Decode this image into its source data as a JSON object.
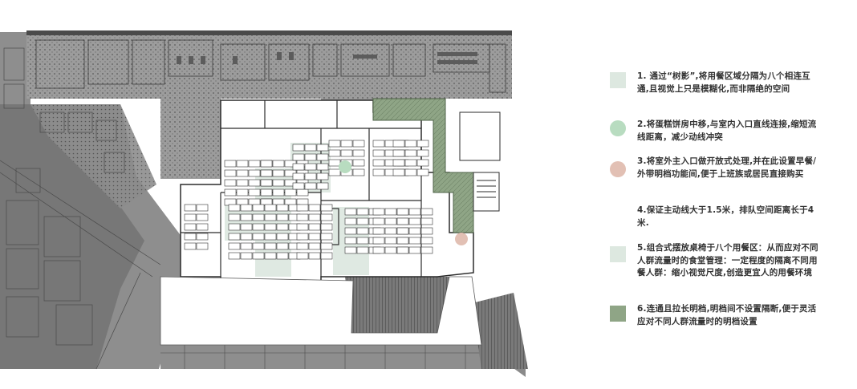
{
  "legend": [
    {
      "id": "tree-shadow",
      "swatch": "square",
      "color": "#dde8e0",
      "text": "1. 通过“树影”,将用餐区域分隔为八个相连互通,且视觉上只是模糊化,而非隔绝的空间"
    },
    {
      "id": "kitchen",
      "swatch": "dot",
      "color": "#b8dcc0",
      "text": "2.将蛋糕饼房中移,与室内入口直线连接,缩短流线距离，减少动线冲突"
    },
    {
      "id": "entrance",
      "swatch": "dot",
      "color": "#e2c0b4",
      "text": "3.将室外主入口做开放式处理,并在此设置早餐/外带明档功能间,便于上班族或居民直接购买"
    },
    {
      "id": "circulation",
      "swatch": "none",
      "color": "",
      "text": "4.保证主动线大于1.5米，排队空间距离长于4米."
    },
    {
      "id": "seating",
      "swatch": "square",
      "color": "#dde8e0",
      "text": "5.组合式摆放桌椅于八个用餐区：从而应对不同人群流量时的食堂管理：一定程度的隔离不同用餐人群：缩小视觉尺度,创造更宜人的用餐环境"
    },
    {
      "id": "open-counter",
      "swatch": "square",
      "color": "#8fa586",
      "text": "6.连通且拉长明档,明档间不设置隔断,便于灵活应对不同人群流量时的明档设置"
    }
  ],
  "colors": {
    "building": "#9a9a9a",
    "building_dark": "#6e6e6e",
    "floor": "#ffffff",
    "line": "#2b2b2b",
    "green_zone": "#8fa586",
    "light_zone": "#dfe9e2",
    "kitchen_dot": "#b8dcc0",
    "entrance_dot": "#e2c0b4"
  }
}
